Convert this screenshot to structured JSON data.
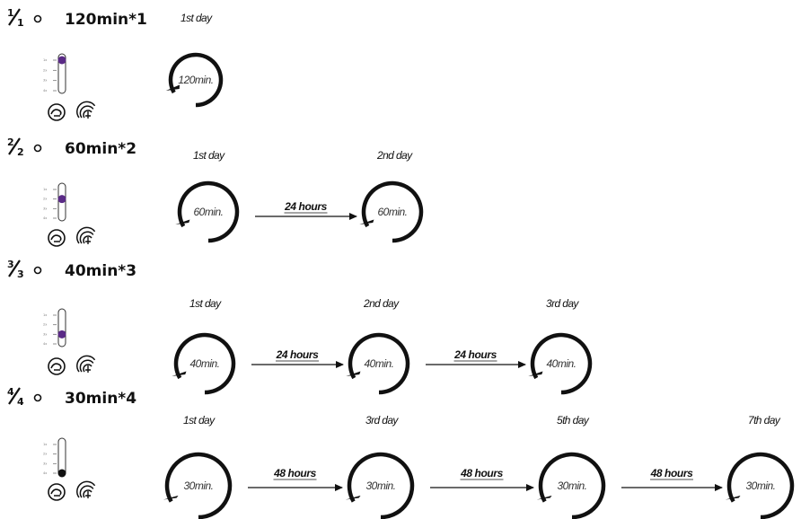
{
  "modes": [
    {
      "label": "120min*1",
      "fraction": {
        "num": "1",
        "den": "1"
      },
      "level": 1,
      "cycles": [
        {
          "day": "1st day",
          "label": "120min."
        }
      ],
      "intervals": []
    },
    {
      "label": "60min*2",
      "fraction": {
        "num": "2",
        "den": "2"
      },
      "level": 2,
      "cycles": [
        {
          "day": "1st day",
          "label": "60min."
        },
        {
          "day": "2nd day",
          "label": "60min."
        }
      ],
      "intervals": [
        "24 hours"
      ]
    },
    {
      "label": "40min*3",
      "fraction": {
        "num": "3",
        "den": "3"
      },
      "level": 3,
      "cycles": [
        {
          "day": "1st day",
          "label": "40min."
        },
        {
          "day": "2nd day",
          "label": "40min."
        },
        {
          "day": "3rd day",
          "label": "40min."
        }
      ],
      "intervals": [
        "24 hours",
        "24 hours"
      ]
    },
    {
      "label": "30min*4",
      "fraction": {
        "num": "4",
        "den": "4"
      },
      "level": 4,
      "cycles": [
        {
          "day": "1st day",
          "label": "30min."
        },
        {
          "day": "3rd day",
          "label": "30min."
        },
        {
          "day": "5th day",
          "label": "30min."
        },
        {
          "day": "7th day",
          "label": "30min."
        }
      ],
      "intervals": [
        "48 hours",
        "48 hours",
        "48 hours"
      ]
    }
  ],
  "slider_labels": [
    "1x",
    "2x",
    "3x",
    "4x"
  ],
  "icons": [
    "gear-hand-icon",
    "water-spray-icon"
  ],
  "colors": {
    "ink": "#111111",
    "slider_knob_active": "#5a2a86",
    "slider_knob_last": "#111111"
  }
}
